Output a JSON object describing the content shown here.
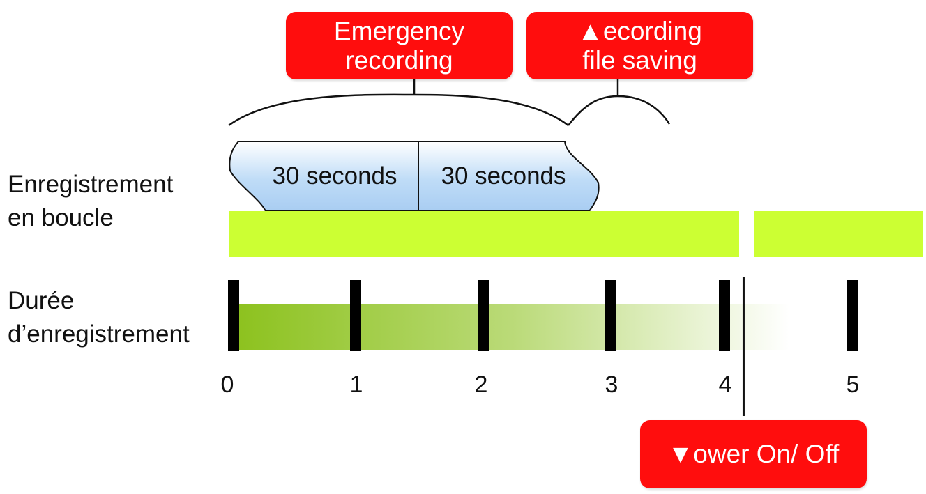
{
  "callouts": {
    "emergency": {
      "lines": [
        "Emergency",
        "recording"
      ]
    },
    "saving": {
      "lines": [
        "▲ecording",
        "file saving"
      ]
    },
    "power": {
      "lines": [
        "▼ower On/ Off"
      ]
    }
  },
  "row_labels": {
    "loop": [
      "Enregistrement",
      "en boucle"
    ],
    "duration": [
      "Durée",
      "d’enregistrement"
    ]
  },
  "segments": [
    "30 seconds",
    "30 seconds"
  ],
  "timeline": {
    "ticks": [
      "0",
      "1",
      "2",
      "3",
      "4",
      "5"
    ],
    "power_event_at": 4.15
  },
  "colors": {
    "callout_red": "#ff0d0d",
    "loop_bar": "#ccff33",
    "gradient_start": "#8dc21f",
    "segment_fill": "#bfdcf7",
    "tick_black": "#000000"
  }
}
